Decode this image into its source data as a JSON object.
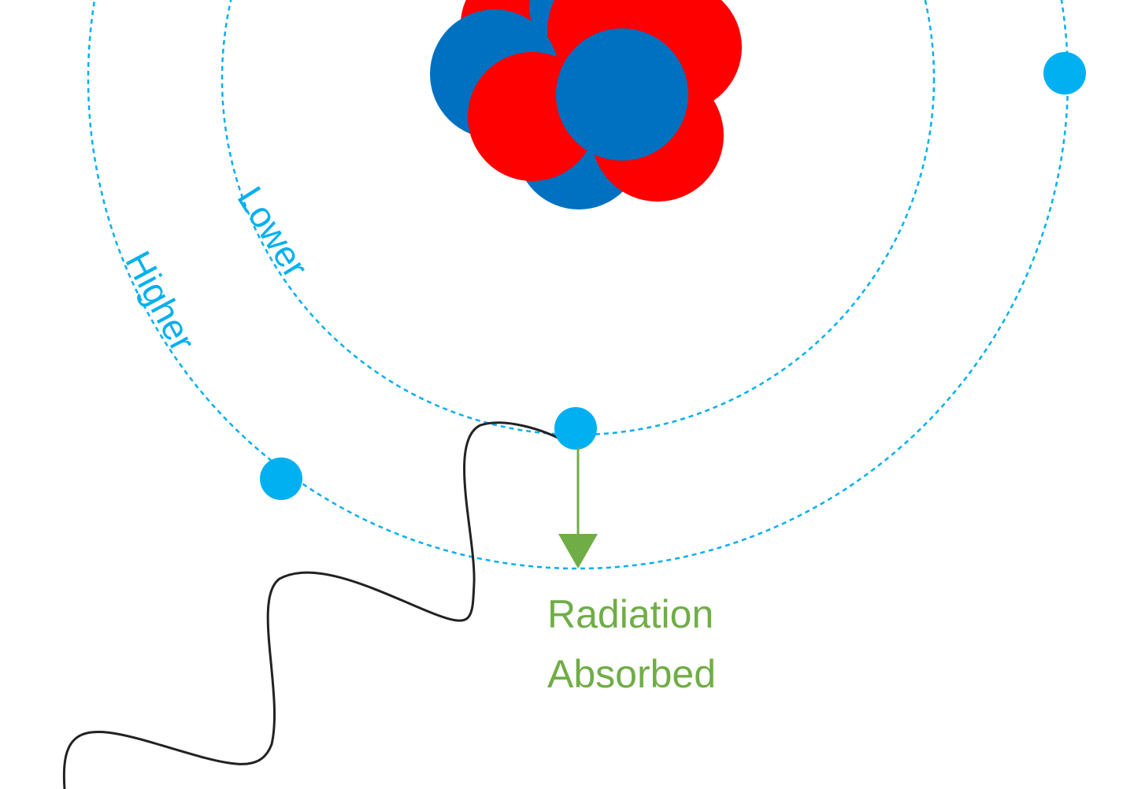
{
  "labels": {
    "lower_orbit": "Lower",
    "higher_orbit": "Higher",
    "caption_line1": "Radiation",
    "caption_line2": "Absorbed"
  },
  "colors": {
    "orbit": "#00b0f0",
    "electron": "#00b0f0",
    "proton": "#ff0000",
    "neutron": "#0070c0",
    "arrow": "#70ad47",
    "caption": "#70ad47",
    "wave": "#222222",
    "background": "#ffffff"
  },
  "icons": {
    "nucleus": "nucleus-icon",
    "electron": "electron-icon",
    "photon": "photon-wave-icon",
    "transition": "arrow-down-icon"
  }
}
